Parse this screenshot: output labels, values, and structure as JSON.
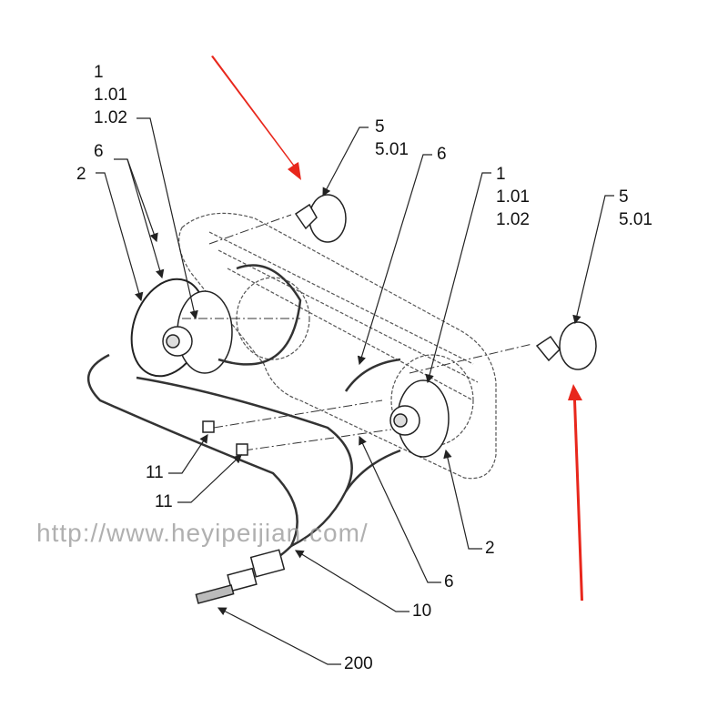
{
  "callouts": {
    "left_group_1": [
      "1",
      "1.01",
      "1.02"
    ],
    "left_6": "6",
    "left_2": "2",
    "top_5": [
      "5",
      "5.01"
    ],
    "mid_6": "6",
    "right_group_1": [
      "1",
      "1.01",
      "1.02"
    ],
    "right_5": [
      "5",
      "5.01"
    ],
    "clip_11_a": "11",
    "clip_11_b": "11",
    "bottom_2": "2",
    "bottom_6": "6",
    "harness_10": "10",
    "connector_200": "200"
  },
  "watermark": "http://www.heyipeijian.com/",
  "colors": {
    "arrow": "#e8271c",
    "line": "#222222"
  }
}
